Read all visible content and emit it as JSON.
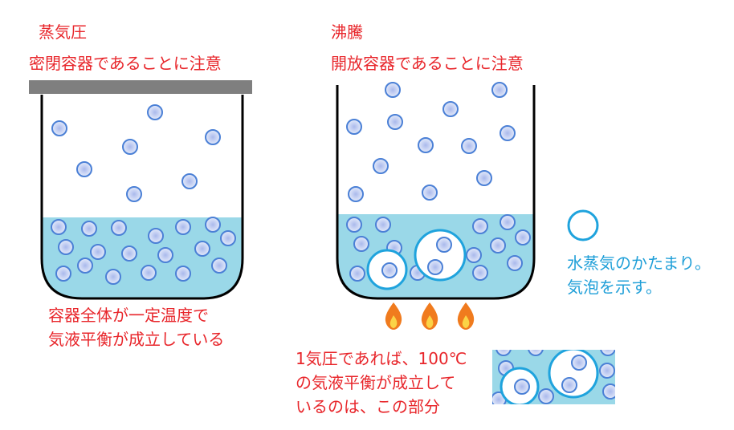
{
  "left": {
    "heading": "蒸気圧",
    "note": "密閉容器であることに注意",
    "caption_lines": [
      "容器全体が一定温度で",
      "気液平衡が成立している"
    ]
  },
  "right": {
    "heading": "沸騰",
    "note": "開放容器であることに注意",
    "bubble_caption_lines": [
      "水蒸気のかたまり。",
      "気泡を示す。"
    ],
    "bottom_caption_lines": [
      "1気圧であれば、100℃",
      "の気液平衡が成立して",
      "いるのは、この部分"
    ]
  },
  "colors": {
    "text_red": "#e8262b",
    "text_blue": "#1f9fd8",
    "liquid": "#9ad8e8",
    "lid": "#7f7f7f",
    "molecule_stroke": "#4b80d6",
    "molecule_fill": "#c8d3f2",
    "bubble_stroke": "#1fa3dd",
    "flame_outer": "#f07b1e",
    "flame_inner": "#fbd346"
  },
  "icons": [
    "flame-icon",
    "bubble-icon",
    "molecule-icon"
  ]
}
